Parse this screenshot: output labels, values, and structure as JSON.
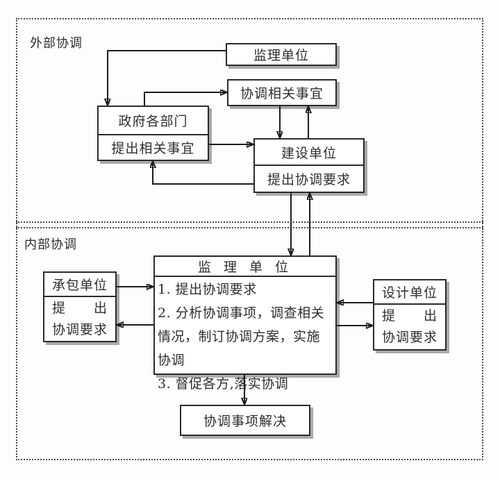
{
  "sections": {
    "external_label": "外部协调",
    "internal_label": "内部协调"
  },
  "external": {
    "supervision_unit": "监理单位",
    "coordinate_matters": "协调相关事宜",
    "government": {
      "title": "政府各部门",
      "action": "提出相关事宜"
    },
    "construction": {
      "title": "建设单位",
      "action": "提出协调要求"
    }
  },
  "internal": {
    "supervision": {
      "title": "监 理 单 位",
      "items": [
        "1. 提出协调要求",
        "2. 分析协调事项，调查相关情况，制订协调方案，实施协调",
        "3. 督促各方,落实协调"
      ]
    },
    "contractor": {
      "title": "承包单位",
      "action_line1": "提　　出",
      "action_line2": "协调要求"
    },
    "design": {
      "title": "设计单位",
      "action_line1": "提　　出",
      "action_line2": "协调要求"
    },
    "resolved": "协调事项解决"
  }
}
